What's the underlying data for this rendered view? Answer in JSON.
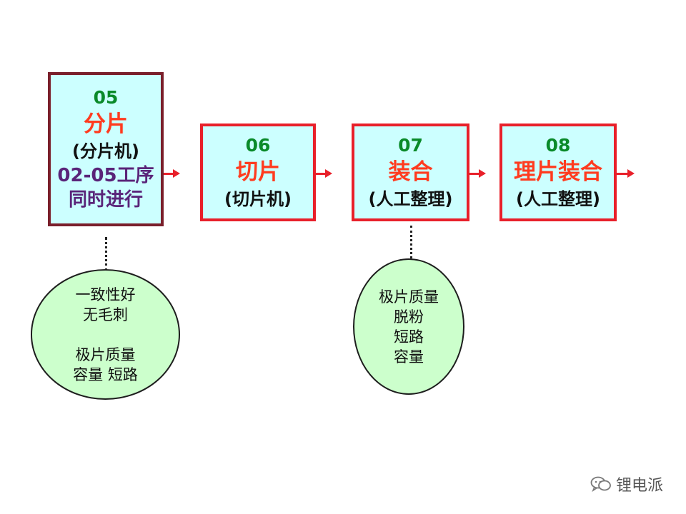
{
  "steps": [
    {
      "number": "05",
      "title": "分片",
      "machine": "(分片机)",
      "note_line1": "02-05工序",
      "note_line2": "同时进行"
    },
    {
      "number": "06",
      "title": "切片",
      "machine": "(切片机)"
    },
    {
      "number": "07",
      "title": "装合",
      "machine": "(人工整理)"
    },
    {
      "number": "08",
      "title": "理片装合",
      "machine": "(人工整理)"
    }
  ],
  "notes": {
    "step05": [
      "一致性好",
      "无毛刺",
      "",
      "极片质量",
      "容量 短路"
    ],
    "step07": [
      "极片质量",
      "脱粉",
      "短路",
      "容量"
    ]
  },
  "watermark": {
    "text": "锂电派",
    "icon": "wechat-icon"
  },
  "colors": {
    "box_fill": "#ccffff",
    "first_border": "#7a1f2b",
    "step_border": "#e8202a",
    "number": "#0a8a2a",
    "title": "#ff3b1f",
    "note": "#5a2479",
    "oval_fill": "#ccffcc"
  }
}
